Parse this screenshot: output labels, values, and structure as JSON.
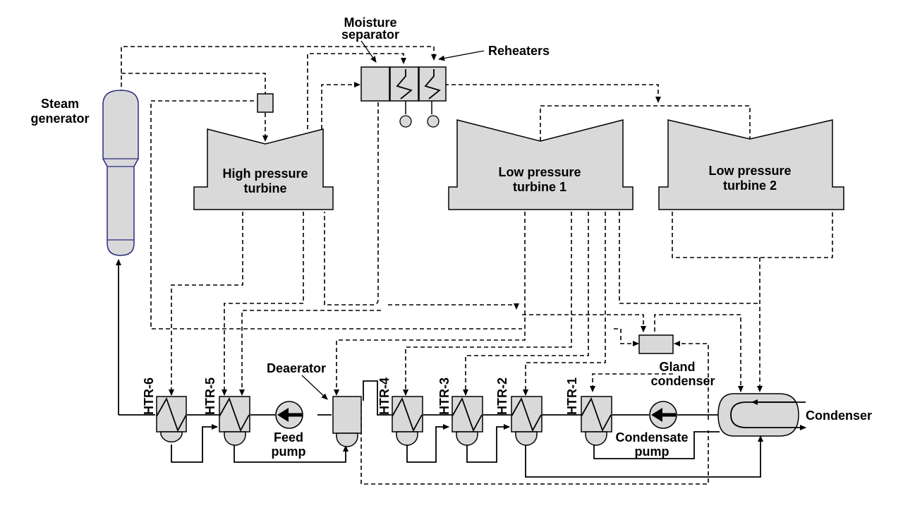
{
  "labels": {
    "moisture_separator_line1": "Moisture",
    "moisture_separator_line2": "separator",
    "reheaters": "Reheaters",
    "steam_generator_line1": "Steam",
    "steam_generator_line2": "generator",
    "hp_turbine_line1": "High pressure",
    "hp_turbine_line2": "turbine",
    "lp_turbine1_line1": "Low pressure",
    "lp_turbine1_line2": "turbine 1",
    "lp_turbine2_line1": "Low pressure",
    "lp_turbine2_line2": "turbine 2",
    "deaerator": "Deaerator",
    "htr6": "HTR-6",
    "htr5": "HTR-5",
    "htr4": "HTR-4",
    "htr3": "HTR-3",
    "htr2": "HTR-2",
    "htr1": "HTR-1",
    "feed_pump_line1": "Feed",
    "feed_pump_line2": "pump",
    "gland_condenser_line1": "Gland",
    "gland_condenser_line2": "condenser",
    "condensate_pump_line1": "Condensate",
    "condensate_pump_line2": "pump",
    "condenser": "Condenser"
  },
  "colors": {
    "equipment_fill": "#d9d9d9",
    "vessel_outline": "#2b2b80",
    "line": "#000000"
  }
}
